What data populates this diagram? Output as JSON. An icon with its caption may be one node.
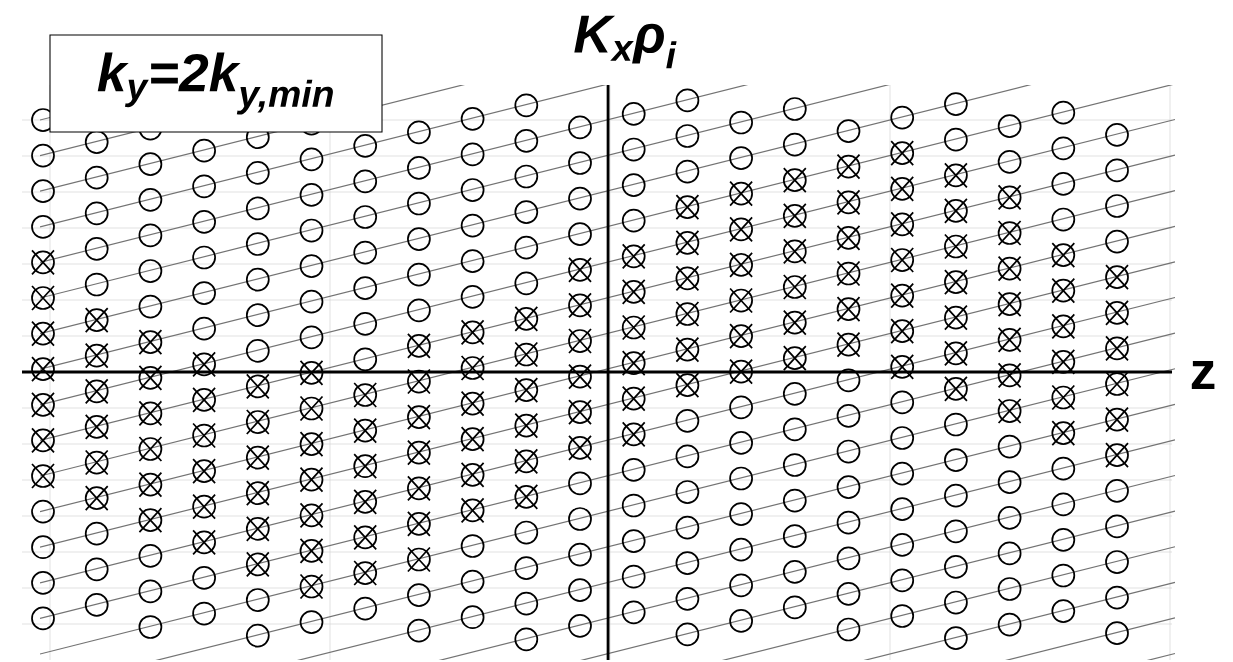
{
  "diagram": {
    "nodes": [
      {
        "text": [
          "k$_{y}$=2k$_{y,min}$"
        ]
      }
    ],
    "labels": [
      "K$_{x}$ρ$_{i}$",
      "z"
    ]
  }
}
